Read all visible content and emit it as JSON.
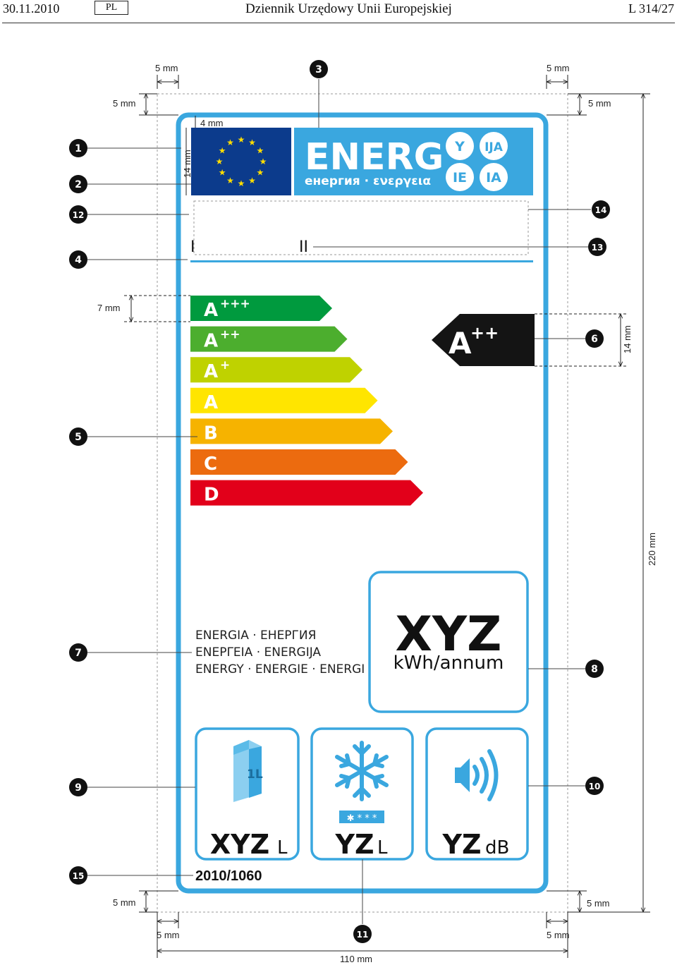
{
  "header": {
    "date": "30.11.2010",
    "lang_badge": "PL",
    "journal": "Dziennik Urzędowy Unii Europejskiej",
    "page": "L 314/27"
  },
  "label": {
    "energ_text": "ENERG",
    "energ_sub": "енергия · ενεργεια",
    "lang_suffixes": [
      "Y",
      "IJA",
      "IE",
      "IA"
    ],
    "supplier_markers": [
      "I",
      "II"
    ],
    "classes": [
      {
        "letter": "A",
        "sup": "+++",
        "color": "#009a3e"
      },
      {
        "letter": "A",
        "sup": "++",
        "color": "#4cae2e"
      },
      {
        "letter": "A",
        "sup": "+",
        "color": "#bfd200"
      },
      {
        "letter": "A",
        "sup": "",
        "color": "#ffe500"
      },
      {
        "letter": "B",
        "sup": "",
        "color": "#f6b300"
      },
      {
        "letter": "C",
        "sup": "",
        "color": "#ec6b0f"
      },
      {
        "letter": "D",
        "sup": "",
        "color": "#e2001a"
      }
    ],
    "rating": {
      "letter": "A",
      "sup": "++"
    },
    "energy_words": [
      "ENERGIA · ЕНЕРГИЯ",
      "ΕΝΕΡΓΕΙΑ · ENERGIJA",
      "ENERGY · ENERGIE · ENERGI"
    ],
    "consumption": {
      "value": "XYZ",
      "unit": "kWh/annum"
    },
    "icon_boxes": [
      {
        "value": "XYZ",
        "unit": "L",
        "icon": "milk-carton-icon",
        "icon_text": "1L"
      },
      {
        "value": "YZ",
        "unit": "L",
        "icon": "snowflake-icon",
        "icon_text": "✱ * * *"
      },
      {
        "value": "YZ",
        "unit": "dB",
        "icon": "speaker-icon"
      }
    ],
    "regulation": "2010/1060"
  },
  "callouts": [
    "1",
    "2",
    "3",
    "4",
    "5",
    "6",
    "7",
    "8",
    "9",
    "10",
    "11",
    "12",
    "13",
    "14",
    "15"
  ],
  "dimensions": {
    "margin": "5 mm",
    "flag_width": "4 mm",
    "flag_height": "14 mm",
    "class_height": "7 mm",
    "arrow_height": "14 mm",
    "total_height": "220 mm",
    "total_width": "110 mm"
  },
  "colors": {
    "label_border": "#3aa7df",
    "energ_bg": "#3aa7df",
    "eu_blue": "#0c3b8c",
    "eu_star": "#ffdd00",
    "rating_bg": "#141414"
  }
}
